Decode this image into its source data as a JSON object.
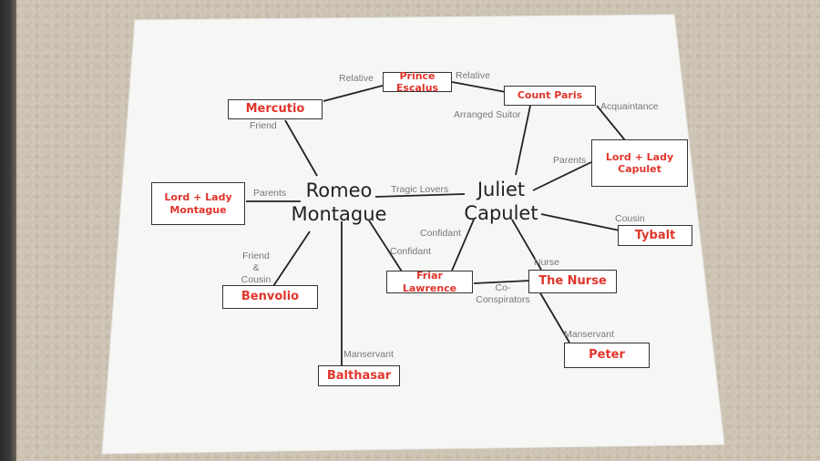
{
  "diagram": {
    "main_characters": [
      {
        "id": "romeo",
        "name": "Romeo\nMontague"
      },
      {
        "id": "juliet",
        "name": "Juliet\nCapulet"
      }
    ],
    "nodes": [
      {
        "id": "mercutio",
        "label": "Mercutio"
      },
      {
        "id": "prince",
        "label": "Prince Escalus"
      },
      {
        "id": "paris",
        "label": "Count Paris"
      },
      {
        "id": "capulet-parents",
        "label": "Lord + Lady\nCapulet"
      },
      {
        "id": "montague-parents",
        "label": "Lord + Lady\nMontague"
      },
      {
        "id": "tybalt",
        "label": "Tybalt"
      },
      {
        "id": "benvolio",
        "label": "Benvolio"
      },
      {
        "id": "friar",
        "label": "Friar Lawrence"
      },
      {
        "id": "nurse",
        "label": "The Nurse"
      },
      {
        "id": "balthasar",
        "label": "Balthasar"
      },
      {
        "id": "peter",
        "label": "Peter"
      }
    ],
    "relations": [
      {
        "id": "rel-relative-left",
        "label": "Relative"
      },
      {
        "id": "rel-relative-right",
        "label": "Relative"
      },
      {
        "id": "rel-friend",
        "label": "Friend"
      },
      {
        "id": "rel-arranged-suitor",
        "label": "Arranged Suitor"
      },
      {
        "id": "rel-acquaintance",
        "label": "Acquaintance"
      },
      {
        "id": "rel-parents-capulet",
        "label": "Parents"
      },
      {
        "id": "rel-parents-montague",
        "label": "Parents"
      },
      {
        "id": "rel-tragic-lovers",
        "label": "Tragic Lovers"
      },
      {
        "id": "rel-confidant-juliet",
        "label": "Confidant"
      },
      {
        "id": "rel-confidant-romeo",
        "label": "Confidant"
      },
      {
        "id": "rel-cousin",
        "label": "Cousin"
      },
      {
        "id": "rel-friend-cousin",
        "label": "Friend\n&\nCousin"
      },
      {
        "id": "rel-nurse",
        "label": "Nurse"
      },
      {
        "id": "rel-co-conspirators",
        "label": "Co-\nConspirators"
      },
      {
        "id": "rel-manservant-romeo",
        "label": "Manservant"
      },
      {
        "id": "rel-manservant-nurse",
        "label": "Manservant"
      }
    ]
  },
  "colors": {
    "paper": "#f6f6f4",
    "ink": "#222222",
    "name_red": "#e0352b",
    "relation_gray": "#777777",
    "table": "#cdc3b3"
  }
}
